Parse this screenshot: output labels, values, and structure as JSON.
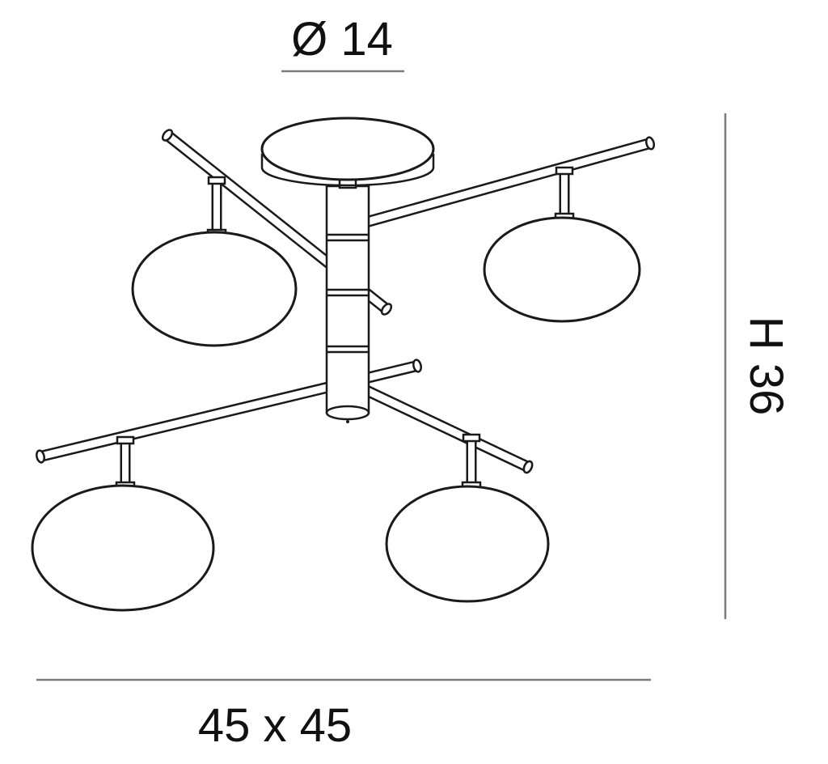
{
  "diagram": {
    "labels": {
      "diameter": "Ø 14",
      "height": "H 36",
      "footprint": "45 x 45"
    },
    "colors": {
      "outline": "#1a1a1a",
      "dimension_line": "#7a7a7a",
      "background": "#ffffff"
    }
  }
}
